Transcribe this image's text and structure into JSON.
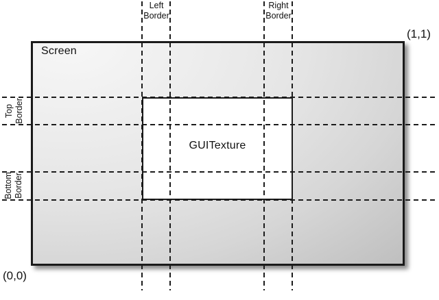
{
  "labels": {
    "screen": "Screen",
    "texture": "GUITexture",
    "left_border": "Left\nBorder",
    "right_border": "Right\nBorder",
    "top_border": "Top\nBorder",
    "bottom_border": "Bottom\nBorder",
    "origin": "(0,0)",
    "top_right": "(1,1)"
  },
  "colors": {
    "background": "#ffffff",
    "line": "#1a1a1a",
    "text": "#111111",
    "screen_gradient_light": "#f7f7f7",
    "screen_gradient_mid": "#d6d6d6",
    "screen_gradient_dark": "#b0b0b0",
    "texture_fill": "#ffffff"
  }
}
